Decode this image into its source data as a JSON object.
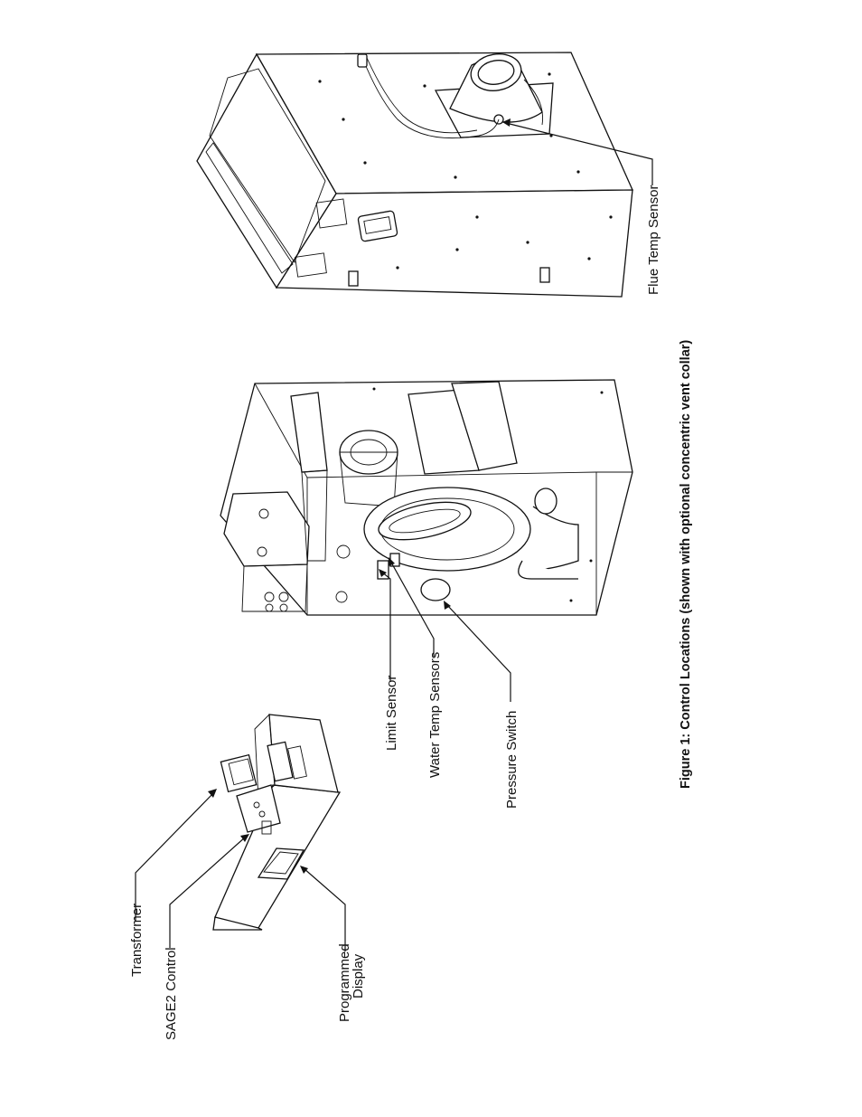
{
  "figure": {
    "caption": "Figure 1: Control Locations (shown with optional concentric vent collar)"
  },
  "callouts": {
    "transformer": "Transformer",
    "sage2_control": "SAGE2 Control",
    "programmed_display_line1": "Programmed",
    "programmed_display_line2": "Display",
    "limit_sensor": "Limit Sensor",
    "water_temp_sensors": "Water Temp Sensors",
    "pressure_switch": "Pressure Switch",
    "flue_temp_sensor": "Flue Temp Sensor"
  }
}
